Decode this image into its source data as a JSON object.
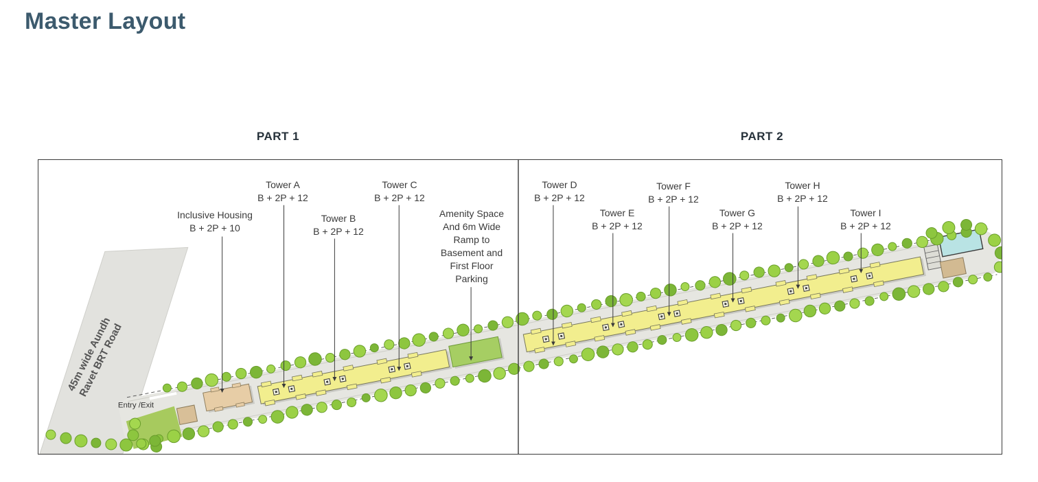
{
  "page": {
    "title": "Master Layout"
  },
  "sections": {
    "part1": "PART 1",
    "part2": "PART 2"
  },
  "road": {
    "name_line1": "45m wide Aundh",
    "name_line2": "Ravet BRT Road",
    "entry_exit": "Entry /Exit"
  },
  "plan": {
    "annotations": [
      {
        "title": "Inclusive Housing",
        "spec": "B + 2P + 10"
      },
      {
        "title": "Tower A",
        "spec": "B + 2P + 12"
      },
      {
        "title": "Tower B",
        "spec": "B + 2P + 12"
      },
      {
        "title": "Tower C",
        "spec": "B + 2P + 12"
      },
      {
        "title": "Tower D",
        "spec": "B + 2P + 12"
      },
      {
        "title": "Tower E",
        "spec": "B + 2P + 12"
      },
      {
        "title": "Tower F",
        "spec": "B + 2P + 12"
      },
      {
        "title": "Tower G",
        "spec": "B + 2P + 12"
      },
      {
        "title": "Tower H",
        "spec": "B + 2P + 12"
      },
      {
        "title": "Tower I",
        "spec": "B + 2P + 12"
      }
    ],
    "amenity_note": {
      "lines": [
        "Amenity Space",
        "And 6m Wide",
        "Ramp to",
        "Basement and",
        "First Floor",
        "Parking"
      ]
    }
  },
  "colors": {
    "title_text": "#3c5a6d",
    "body_text": "#3a3a3a",
    "tower_yellow": "#f2ee8e",
    "housing_tan": "#e7cda6",
    "amenity_green": "#a6ce63",
    "tree_green": "#8dc63f",
    "ground_gray": "#e6e6e1",
    "road_gray": "#e2e2de",
    "pool_cyan": "#b9e3e4",
    "outline_dark": "#3a3a3a"
  }
}
